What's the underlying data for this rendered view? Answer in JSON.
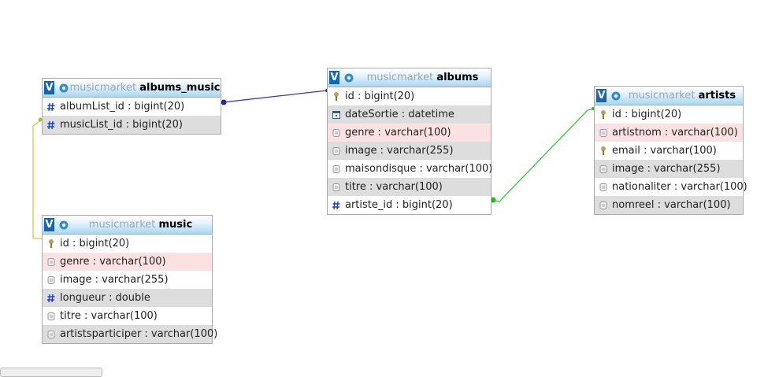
{
  "colors": {
    "header_blue": "#a7d7f3",
    "link_blue": "#3333cc",
    "link_green": "#33cc33",
    "link_yellow": "#cccc33"
  },
  "tables": {
    "albums_music": {
      "db": "musicmarket",
      "name": "albums_music",
      "columns": [
        {
          "label": "albumList_id : bigint(20)",
          "icon": "hash-icon"
        },
        {
          "label": "musicList_id : bigint(20)",
          "icon": "hash-icon"
        }
      ]
    },
    "albums": {
      "db": "musicmarket",
      "name": "albums",
      "columns": [
        {
          "label": "id : bigint(20)",
          "icon": "key-icon"
        },
        {
          "label": "dateSortie : datetime",
          "icon": "calendar-icon"
        },
        {
          "label": "genre : varchar(100)",
          "icon": "text-icon"
        },
        {
          "label": "image : varchar(255)",
          "icon": "text-icon"
        },
        {
          "label": "maisondisque : varchar(100)",
          "icon": "text-icon"
        },
        {
          "label": "titre : varchar(100)",
          "icon": "text-icon"
        },
        {
          "label": "artiste_id : bigint(20)",
          "icon": "hash-icon"
        }
      ]
    },
    "artists": {
      "db": "musicmarket",
      "name": "artists",
      "columns": [
        {
          "label": "id : bigint(20)",
          "icon": "key-icon"
        },
        {
          "label": "artistnom : varchar(100)",
          "icon": "text-icon"
        },
        {
          "label": "email : varchar(100)",
          "icon": "key-icon"
        },
        {
          "label": "image : varchar(255)",
          "icon": "text-icon"
        },
        {
          "label": "nationaliter : varchar(100)",
          "icon": "text-icon"
        },
        {
          "label": "nomreel : varchar(100)",
          "icon": "text-icon"
        }
      ]
    },
    "music": {
      "db": "musicmarket",
      "name": "music",
      "columns": [
        {
          "label": "id : bigint(20)",
          "icon": "key-icon"
        },
        {
          "label": "genre : varchar(100)",
          "icon": "text-icon"
        },
        {
          "label": "image : varchar(255)",
          "icon": "text-icon"
        },
        {
          "label": "longueur : double",
          "icon": "hash-icon"
        },
        {
          "label": "titre : varchar(100)",
          "icon": "text-icon"
        },
        {
          "label": "artistsparticiper : varchar(100)",
          "icon": "text-icon"
        }
      ]
    }
  },
  "relations": [
    {
      "from": "albums_music.albumList_id",
      "to": "albums.id"
    },
    {
      "from": "albums.artiste_id",
      "to": "artists.id"
    },
    {
      "from": "albums_music.musicList_id",
      "to": "music.id"
    }
  ]
}
